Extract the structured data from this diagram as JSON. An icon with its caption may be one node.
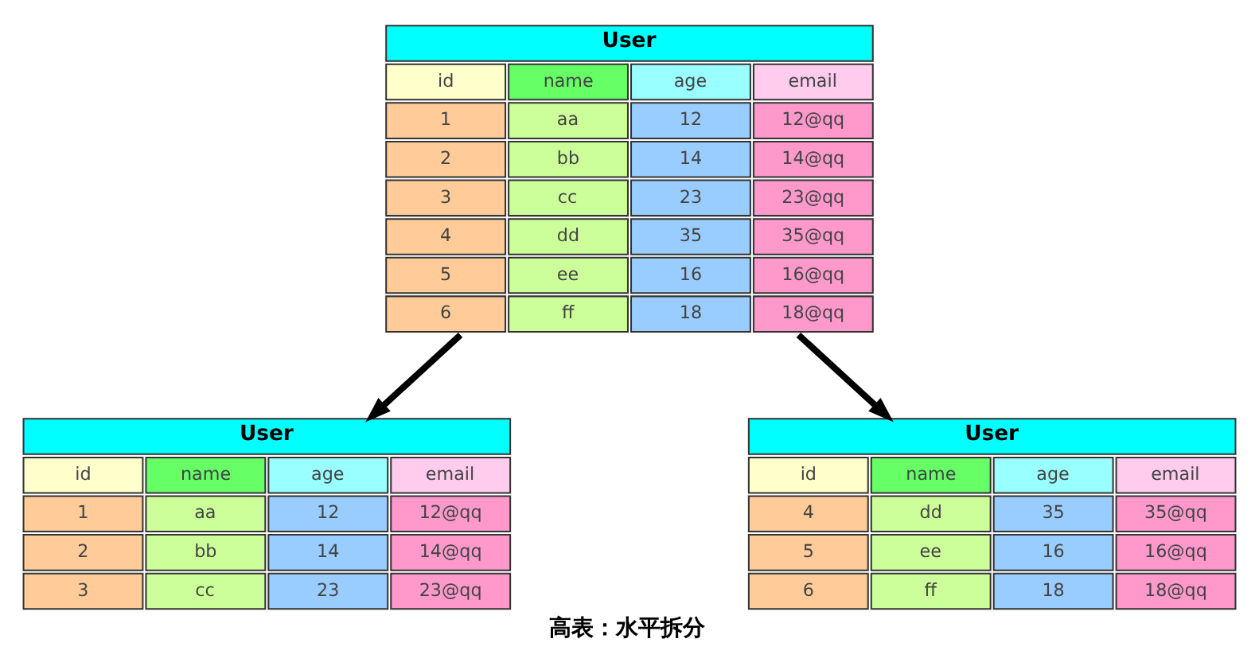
{
  "diagram": {
    "caption": "高表：水平拆分",
    "nodes": [
      {
        "text": [
          "User",
          "id",
          "name",
          "age",
          "email",
          "1",
          "aa",
          "12",
          "12@qq",
          "2",
          "bb",
          "14",
          "14@qq",
          "3",
          "cc",
          "23",
          "23@qq",
          "4",
          "dd",
          "35",
          "35@qq",
          "5",
          "ee",
          "16",
          "16@qq",
          "6",
          "ff",
          "18",
          "18@qq"
        ]
      },
      {
        "text": [
          "User",
          "id",
          "name",
          "age",
          "email",
          "1",
          "aa",
          "12",
          "12@qq",
          "2",
          "bb",
          "14",
          "14@qq",
          "3",
          "cc",
          "23",
          "23@qq"
        ]
      },
      {
        "text": [
          "User",
          "id",
          "name",
          "age",
          "email",
          "4",
          "dd",
          "35",
          "35@qq",
          "5",
          "ee",
          "16",
          "16@qq",
          "6",
          "ff",
          "18",
          "18@qq"
        ]
      }
    ],
    "edges": [
      {
        "from": 0,
        "to": 1,
        "arrow": "to"
      },
      {
        "from": 0,
        "to": 2,
        "arrow": "to"
      }
    ]
  }
}
